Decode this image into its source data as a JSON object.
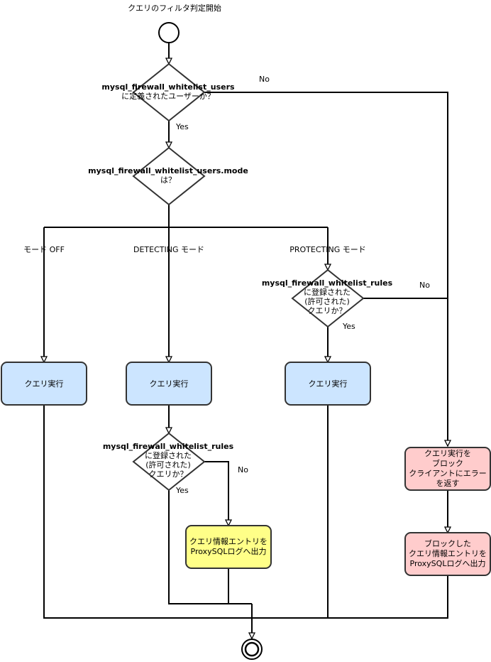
{
  "title": "クエリのフィルタ判定開始",
  "decisions": {
    "user": {
      "line1": "mysql_firewall_whitelist_users",
      "line2": "に定義されたユーザーか？"
    },
    "mode": {
      "line1": "mysql_firewall_whitelist_users.mode",
      "line2": "は？"
    },
    "rules_protect": {
      "line1": "mysql_firewall_whitelist_rules",
      "line2": "に登録された",
      "line3": "(許可された)",
      "line4": "クエリか？"
    },
    "rules_detect": {
      "line1": "mysql_firewall_whitelist_rules",
      "line2": "に登録された",
      "line3": "(許可された)",
      "line4": "クエリか？"
    }
  },
  "edge_labels": {
    "no_user": "No",
    "yes_user": "Yes",
    "mode_off": "モード OFF",
    "mode_detecting": "DETECTING モード",
    "mode_protecting": "PROTECTING モード",
    "no_protect": "No",
    "yes_protect": "Yes",
    "no_detect": "No",
    "yes_detect": "Yes"
  },
  "actions": {
    "exec_off": "クエリ実行",
    "exec_detect": "クエリ実行",
    "exec_protect": "クエリ実行",
    "log_detect": {
      "line1": "クエリ情報エントリを",
      "line2": "ProxySQLログへ出力"
    },
    "block": {
      "line1": "クエリ実行を",
      "line2": "ブロック",
      "line3": "クライアントにエラー",
      "line4": "を返す"
    },
    "log_block": {
      "line1": "ブロックした",
      "line2": "クエリ情報エントリを",
      "line3": "ProxySQLログへ出力"
    }
  },
  "colors": {
    "blue_fill": "#cce5ff",
    "yellow_fill": "#ffff88",
    "red_fill": "#ffcccc",
    "stroke": "#333333"
  }
}
